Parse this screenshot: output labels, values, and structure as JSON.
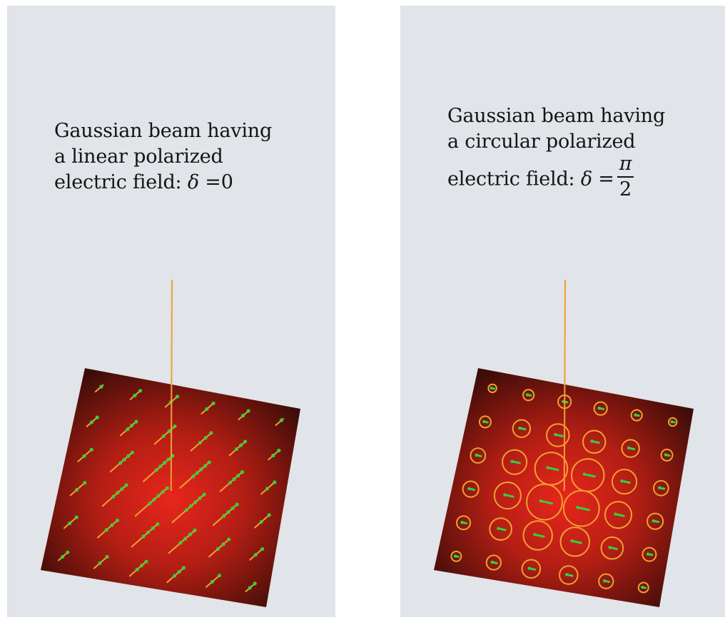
{
  "panels": [
    {
      "caption": {
        "line1": "Gaussian beam having",
        "line2": "a linear polarized",
        "line3_prefix": "electric field:",
        "delta_symbol": "δ",
        "line3_suffix": "=0"
      }
    },
    {
      "caption": {
        "line1": "Gaussian beam having",
        "line2": "a circular polarized",
        "line3_prefix": "electric field:",
        "delta_symbol": "δ",
        "equals": "=",
        "fraction_numerator": "π",
        "fraction_denominator": "2"
      }
    }
  ],
  "colors": {
    "panel_background": "#e1e4e8",
    "beam_center": "#e8261c",
    "beam_edge": "#3a0c08",
    "beam_axis": "#f0a030",
    "field_vector": "#f0a030",
    "field_marker": "#33d13c"
  },
  "field_grid": {
    "rows": 6,
    "cols": 6
  }
}
